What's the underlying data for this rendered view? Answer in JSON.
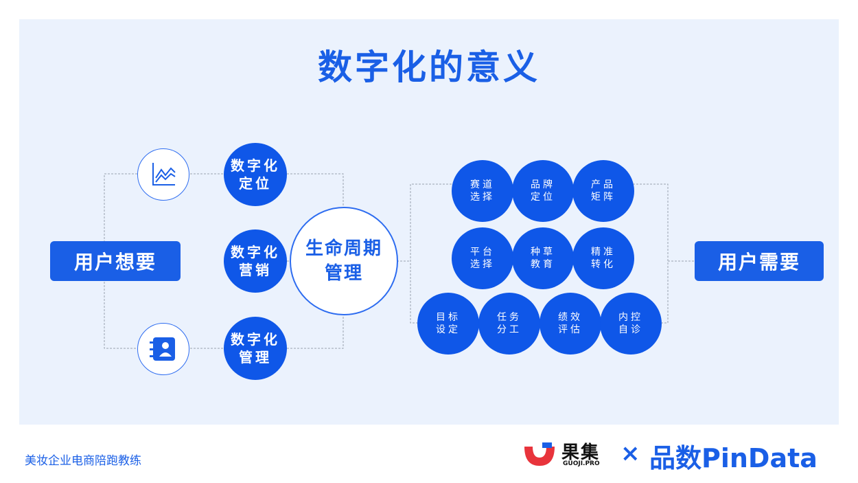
{
  "title": "数字化的意义",
  "left_box": "用户想要",
  "right_box": "用户需要",
  "left_circles": [
    {
      "text": "数字化\n定位"
    },
    {
      "text": "数字化\n营销"
    },
    {
      "text": "数字化\n管理"
    }
  ],
  "center_circle": "生命周期\n管理",
  "right_circles": [
    {
      "text": "赛道\n选择"
    },
    {
      "text": "品牌\n定位"
    },
    {
      "text": "产品\n矩阵"
    },
    {
      "text": "平台\n选择"
    },
    {
      "text": "种草\n教育"
    },
    {
      "text": "精准\n转化"
    },
    {
      "text": "目标\n设定"
    },
    {
      "text": "任务\n分工"
    },
    {
      "text": "绩效\n评估"
    },
    {
      "text": "内控\n自诊"
    }
  ],
  "icons": [
    "line-chart-icon",
    "contact-book-icon"
  ],
  "footer": {
    "left_text": "美妆企业电商陪跑教练",
    "logo_guoji": "果集",
    "logo_guoji_sub": "GUOJI.PRO",
    "logo_x": "×",
    "logo_pindata": "品数PinData"
  },
  "colors": {
    "accent": "#1a5fe6",
    "panel": "#ebf2fd",
    "logo_red": "#e8343c"
  }
}
